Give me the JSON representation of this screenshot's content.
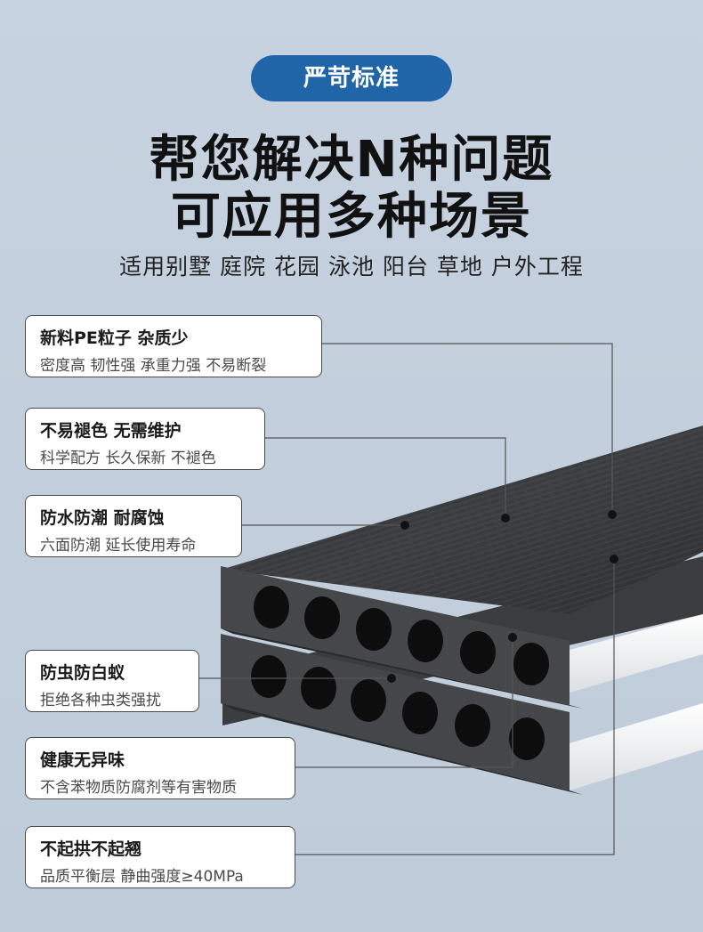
{
  "badge": "严苛标准",
  "headline": {
    "line1": "帮您解决N种问题",
    "line2": "可应用多种场景"
  },
  "subline": "适用别墅 庭院 花园 泳池 阳台 草地 户外工程",
  "features": [
    {
      "title": "新料PE粒子 杂质少",
      "desc": "密度高 韧性强 承重力强 不易断裂"
    },
    {
      "title": "不易褪色 无需维护",
      "desc": "科学配方 长久保新 不褪色"
    },
    {
      "title": "防水防潮 耐腐蚀",
      "desc": "六面防潮 延长使用寿命"
    },
    {
      "title": "防虫防白蚁",
      "desc": "拒绝各种虫类强扰"
    },
    {
      "title": "健康无异味",
      "desc": "不含苯物质防腐剂等有害物质"
    },
    {
      "title": "不起拱不起翘",
      "desc": "品质平衡层 静曲强度≥40MPa"
    }
  ],
  "colors": {
    "badge": "#1f65a8",
    "board": "#3a3b3e",
    "board_end": "#45464a",
    "white_stripe": "#f2f3f5"
  }
}
